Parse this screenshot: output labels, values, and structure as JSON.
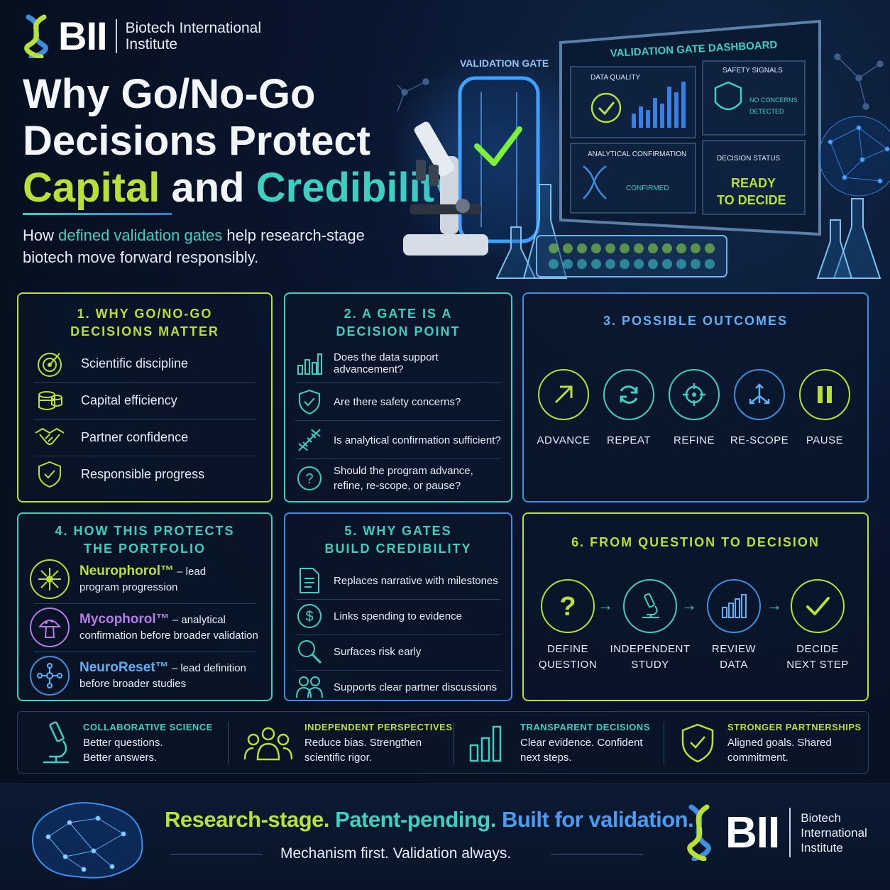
{
  "header": {
    "logo_text": "BII",
    "institute_line1": "Biotech International",
    "institute_line2": "Institute",
    "title_line1": "Why Go/No-Go",
    "title_line2": "Decisions Protect",
    "title_word_capital": "Capital",
    "title_word_and": "and",
    "title_word_credibility": "Credibility",
    "subtitle_pre": "How ",
    "subtitle_highlight": "defined validation gates",
    "subtitle_post": " help research-stage",
    "subtitle_line2": "biotech move forward responsibly."
  },
  "hero": {
    "gate_label": "VALIDATION GATE",
    "dashboard_title": "VALIDATION GATE DASHBOARD",
    "data_quality": "DATA QUALITY",
    "safety_signals": "SAFETY SIGNALS",
    "no_concerns_1": "NO CONCERNS",
    "no_concerns_2": "DETECTED",
    "analytical_confirmation": "ANALYTICAL CONFIRMATION",
    "confirmed": "CONFIRMED",
    "decision_status": "DECISION STATUS",
    "ready_1": "READY",
    "ready_2": "TO DECIDE"
  },
  "panel1": {
    "title_1": "1. WHY GO/NO-GO",
    "title_2": "DECISIONS MATTER",
    "items": [
      "Scientific discipline",
      "Capital efficiency",
      "Partner confidence",
      "Responsible progress"
    ]
  },
  "panel2": {
    "title_1": "2. A GATE IS A",
    "title_2": "DECISION POINT",
    "items": [
      "Does the data support advancement?",
      "Are there safety concerns?",
      "Is analytical confirmation sufficient?"
    ],
    "last_1": "Should the program advance,",
    "last_2": "refine, re-scope, or pause?"
  },
  "panel3": {
    "title": "3. POSSIBLE OUTCOMES",
    "outcomes": [
      "ADVANCE",
      "REPEAT",
      "REFINE",
      "RE-SCOPE",
      "PAUSE"
    ]
  },
  "panel4": {
    "title_1": "4. HOW THIS PROTECTS",
    "title_2": "THE PORTFOLIO",
    "items": [
      {
        "name": "Neurophorol™",
        "desc_1": " – lead",
        "desc_2": "program progression"
      },
      {
        "name": "Mycophorol™",
        "desc_1": " – analytical",
        "desc_2": "confirmation before broader validation"
      },
      {
        "name": "NeuroReset™",
        "desc_1": " – lead definition",
        "desc_2": "before broader studies"
      }
    ]
  },
  "panel5": {
    "title_1": "5. WHY GATES",
    "title_2": "BUILD CREDIBILITY",
    "items": [
      "Replaces narrative with milestones",
      "Links spending to evidence",
      "Surfaces risk early",
      "Supports clear partner discussions"
    ]
  },
  "panel6": {
    "title": "6. FROM QUESTION TO DECISION",
    "steps": [
      {
        "l1": "DEFINE",
        "l2": "QUESTION"
      },
      {
        "l1": "INDEPENDENT",
        "l2": "STUDY"
      },
      {
        "l1": "REVIEW",
        "l2": "DATA"
      },
      {
        "l1": "DECIDE",
        "l2": "NEXT STEP"
      }
    ]
  },
  "strip": [
    {
      "title": "COLLABORATIVE SCIENCE",
      "d1": "Better questions.",
      "d2": "Better answers."
    },
    {
      "title": "INDEPENDENT PERSPECTIVES",
      "d1": "Reduce bias. Strengthen",
      "d2": "scientific rigor."
    },
    {
      "title": "TRANSPARENT DECISIONS",
      "d1": "Clear evidence. Confident",
      "d2": "next steps."
    },
    {
      "title": "STRONGER PARTNERSHIPS",
      "d1": "Aligned goals. Shared",
      "d2": "commitment."
    }
  ],
  "footer": {
    "tag_a": "Research-stage.",
    "tag_b": "Patent-pending.",
    "tag_c": "Built for validation.",
    "motto": "Mechanism first. Validation always.",
    "logo_text": "BII",
    "inst_1": "Biotech",
    "inst_2": "International",
    "inst_3": "Institute"
  },
  "colors": {
    "lime": "#b8e03a",
    "teal": "#3ecfc1",
    "blue": "#4d9bf0",
    "purple": "#b77ce8"
  }
}
